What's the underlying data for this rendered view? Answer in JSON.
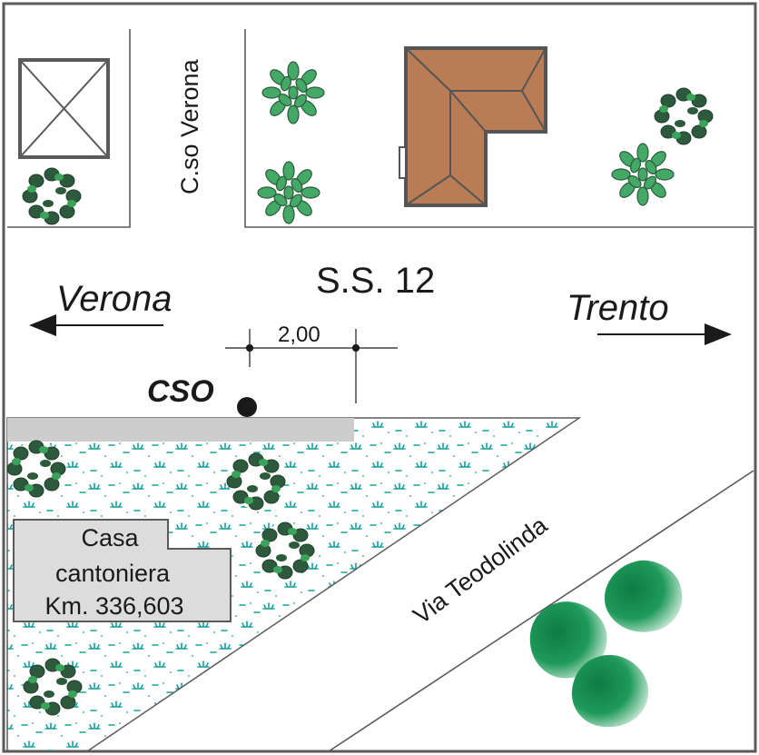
{
  "map": {
    "road_name": "S.S. 12",
    "street_left": "C.so Verona",
    "street_diagonal": "Via Teodolinda",
    "direction_west": "Verona",
    "direction_east": "Trento",
    "distance_label": "2,00",
    "point_label": "CSO",
    "building_box": {
      "line1": "Casa",
      "line2": "cantoniera",
      "line3": "Km. 336,603"
    }
  },
  "colors": {
    "border": "#5a5a5a",
    "roof": "#b97c55",
    "tree_light": "#3aa35a",
    "tree_dark": "#2d5a3c",
    "grass": "#1aa0a5",
    "sidewalk": "#cdcdcd",
    "label_box": "#dcdcdc"
  }
}
